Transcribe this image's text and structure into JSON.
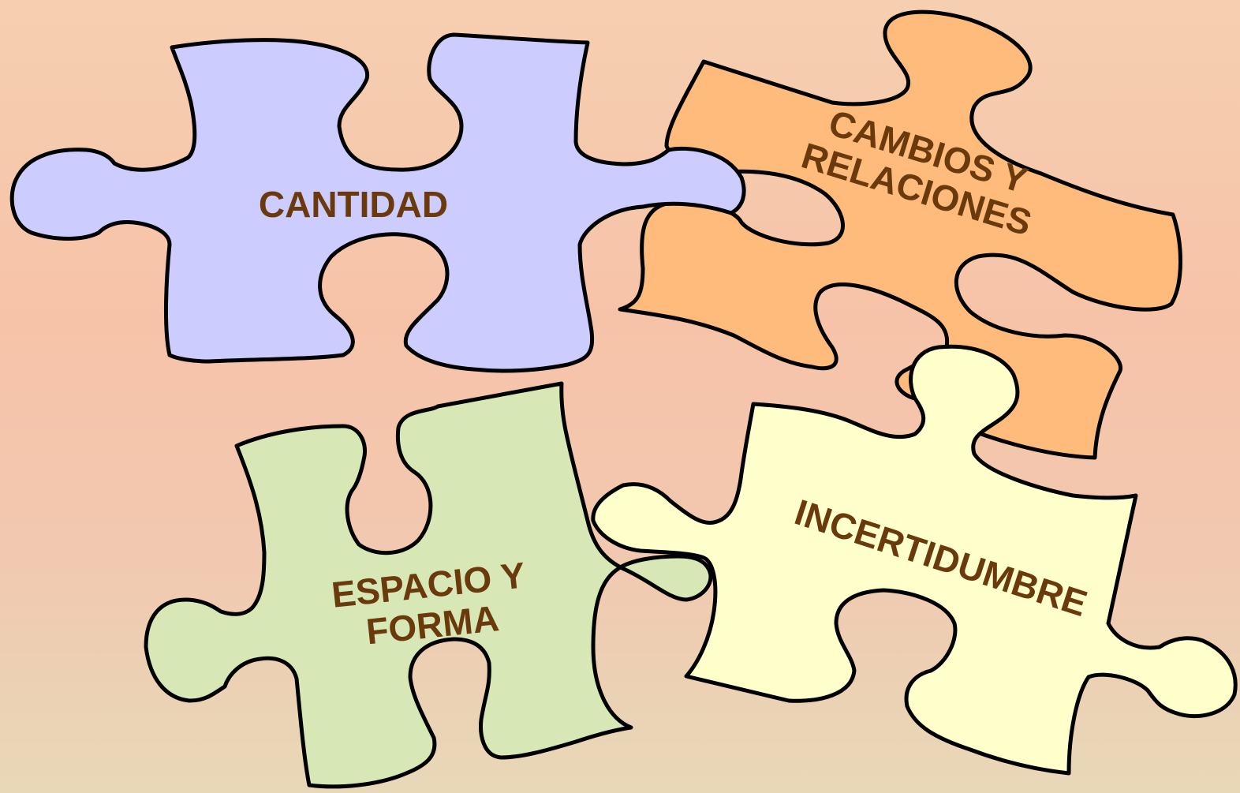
{
  "pieces": [
    {
      "id": "cantidad",
      "lines": [
        "CANTIDAD"
      ],
      "fill": "#ccccff"
    },
    {
      "id": "cambios",
      "lines": [
        "CAMBIOS Y",
        "RELACIONES"
      ],
      "fill": "#ffbb7b"
    },
    {
      "id": "espacio",
      "lines": [
        "ESPACIO Y",
        "FORMA"
      ],
      "fill": "#d7e8b6"
    },
    {
      "id": "incertidumbre",
      "lines": [
        "INCERTIDUMBRE"
      ],
      "fill": "#ffffcc"
    }
  ],
  "text_color": "#6b3a0c",
  "outline_color": "#000000"
}
